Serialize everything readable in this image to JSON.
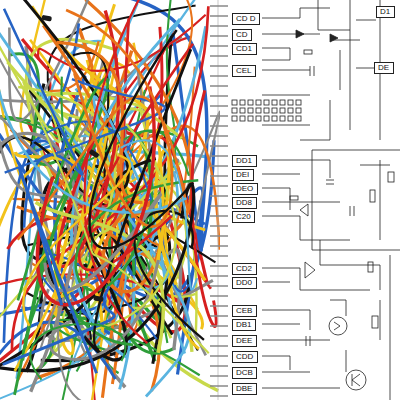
{
  "diagram": {
    "nodes": [
      {
        "text": [
          "CD D"
        ]
      },
      {
        "text": [
          "CD"
        ]
      },
      {
        "text": [
          "CD1"
        ]
      },
      {
        "text": [
          "CEL"
        ]
      },
      {
        "text": [
          "DD1"
        ]
      },
      {
        "text": [
          "DEI"
        ]
      },
      {
        "text": [
          "DEO"
        ]
      },
      {
        "text": [
          "DD8"
        ]
      },
      {
        "text": [
          "C20"
        ]
      },
      {
        "text": [
          "CD2"
        ]
      },
      {
        "text": [
          "DD0"
        ]
      },
      {
        "text": [
          "CEB"
        ]
      },
      {
        "text": [
          "DB1"
        ]
      },
      {
        "text": [
          "DEE"
        ]
      },
      {
        "text": [
          "CDD"
        ]
      },
      {
        "text": [
          "DCB"
        ]
      },
      {
        "text": [
          "DBE"
        ]
      },
      {
        "text": [
          "D1"
        ]
      },
      {
        "text": [
          "DE"
        ]
      }
    ]
  }
}
